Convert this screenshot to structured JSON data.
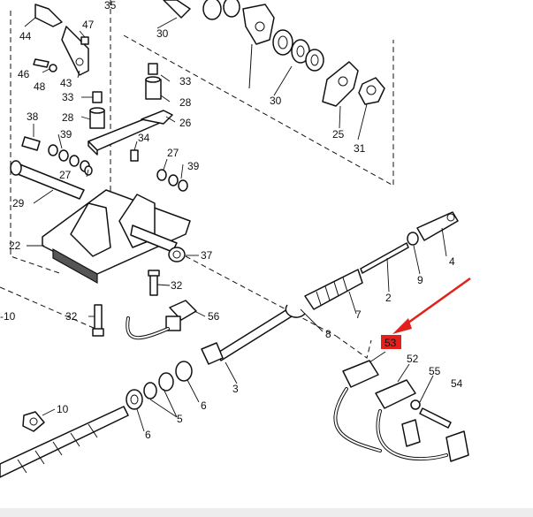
{
  "callouts": [
    {
      "id": "c35",
      "text": "35"
    },
    {
      "id": "c47",
      "text": "47"
    },
    {
      "id": "c44",
      "text": "44"
    },
    {
      "id": "c30a",
      "text": "30"
    },
    {
      "id": "c30b",
      "text": "30"
    },
    {
      "id": "c46",
      "text": "46"
    },
    {
      "id": "c48",
      "text": "48"
    },
    {
      "id": "c43",
      "text": "43"
    },
    {
      "id": "c33a",
      "text": "33"
    },
    {
      "id": "c33b",
      "text": "33"
    },
    {
      "id": "c28a",
      "text": "28"
    },
    {
      "id": "c28b",
      "text": "28"
    },
    {
      "id": "c26",
      "text": "26"
    },
    {
      "id": "c25",
      "text": "25"
    },
    {
      "id": "c31",
      "text": "31"
    },
    {
      "id": "c38",
      "text": "38"
    },
    {
      "id": "c39a",
      "text": "39"
    },
    {
      "id": "c39b",
      "text": "39"
    },
    {
      "id": "c34",
      "text": "34"
    },
    {
      "id": "c27a",
      "text": "27"
    },
    {
      "id": "c27b",
      "text": "27"
    },
    {
      "id": "c29",
      "text": "29"
    },
    {
      "id": "c22",
      "text": "22"
    },
    {
      "id": "c37",
      "text": "37"
    },
    {
      "id": "c4",
      "text": "4"
    },
    {
      "id": "c9",
      "text": "9"
    },
    {
      "id": "c2",
      "text": "2"
    },
    {
      "id": "c7",
      "text": "7"
    },
    {
      "id": "c8",
      "text": "8"
    },
    {
      "id": "c32a",
      "text": "32"
    },
    {
      "id": "c32b",
      "text": "32"
    },
    {
      "id": "c10a",
      "text": "-10"
    },
    {
      "id": "c56",
      "text": "56"
    },
    {
      "id": "c3",
      "text": "3"
    },
    {
      "id": "c52",
      "text": "52"
    },
    {
      "id": "c55",
      "text": "55"
    },
    {
      "id": "c54",
      "text": "54"
    },
    {
      "id": "c6a",
      "text": "6"
    },
    {
      "id": "c6b",
      "text": "6"
    },
    {
      "id": "c5",
      "text": "5"
    },
    {
      "id": "c10b",
      "text": "10"
    }
  ],
  "highlight": {
    "text": "53",
    "box_color": "#e3211c",
    "arrow_color": "#e3211c"
  },
  "colors": {
    "line": "#111111",
    "background": "#ffffff",
    "footer": "#ededed"
  }
}
